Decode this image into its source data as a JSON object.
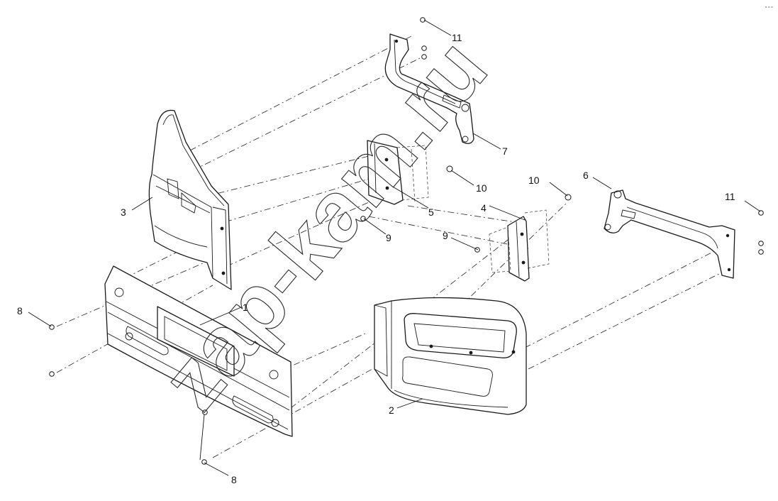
{
  "diagram": {
    "watermark": "zap-kam.ru",
    "corner_mark": "°°°",
    "callouts": [
      {
        "id": "c1",
        "label": "1"
      },
      {
        "id": "c2",
        "label": "2"
      },
      {
        "id": "c3",
        "label": "3"
      },
      {
        "id": "c4",
        "label": "4"
      },
      {
        "id": "c5",
        "label": "5"
      },
      {
        "id": "c6",
        "label": "6"
      },
      {
        "id": "c7",
        "label": "7"
      },
      {
        "id": "c8a",
        "label": "8"
      },
      {
        "id": "c8b",
        "label": "8"
      },
      {
        "id": "c9a",
        "label": "9"
      },
      {
        "id": "c9b",
        "label": "9"
      },
      {
        "id": "c10a",
        "label": "10"
      },
      {
        "id": "c10b",
        "label": "10"
      },
      {
        "id": "c11a",
        "label": "11"
      },
      {
        "id": "c11b",
        "label": "11"
      }
    ]
  }
}
